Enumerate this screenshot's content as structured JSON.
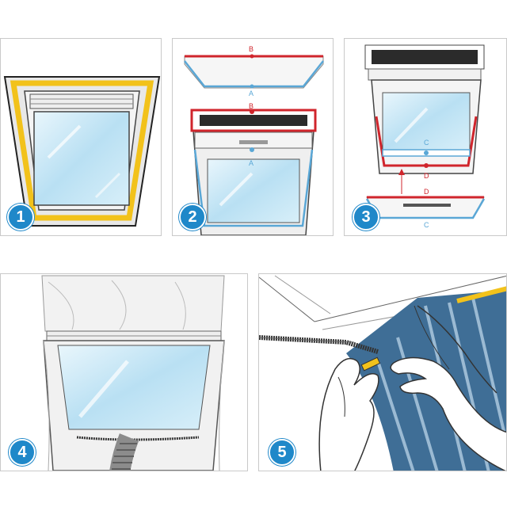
{
  "steps": [
    {
      "number": "1"
    },
    {
      "number": "2",
      "labels": [
        "B",
        "A",
        "B",
        "A"
      ]
    },
    {
      "number": "3",
      "labels": [
        "C",
        "D",
        "D",
        "C"
      ]
    },
    {
      "number": "4"
    },
    {
      "number": "5"
    }
  ],
  "colors": {
    "badge": "#1f88c9",
    "tape_yellow": "#f2c21b",
    "seal_red": "#d0252c",
    "seal_blue": "#5aa7d6",
    "glass": "#bfe3f4"
  }
}
